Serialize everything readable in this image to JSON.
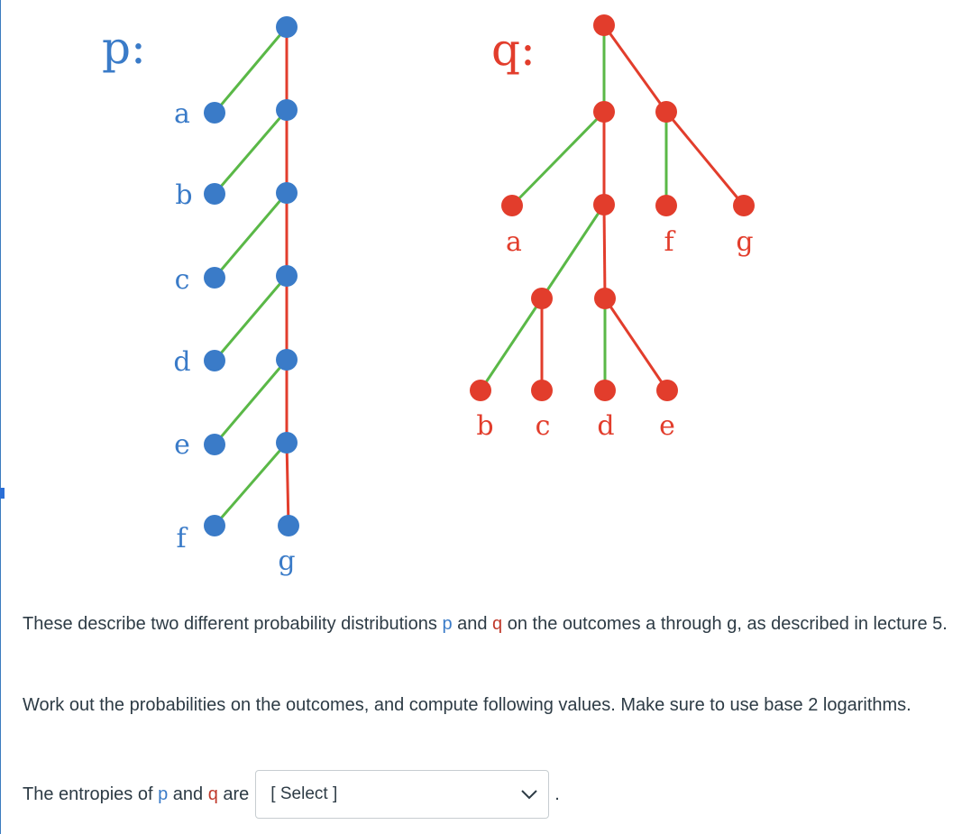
{
  "diagram": {
    "p_label": "p:",
    "q_label": "q:",
    "p_leaves": [
      "a",
      "b",
      "c",
      "d",
      "e",
      "f",
      "g"
    ],
    "q_leaves": [
      "a",
      "b",
      "c",
      "d",
      "e",
      "f",
      "g"
    ],
    "colors": {
      "p_nodes": "#3a7bc8",
      "q_nodes": "#e23d2c",
      "green_edge": "#5ab847",
      "red_edge": "#e23d2c"
    }
  },
  "question": {
    "para1": {
      "pre": "These describe two different probability distributions ",
      "p": "p",
      "mid": " and ",
      "q": "q",
      "post": " on the outcomes a through g, as described in lecture 5."
    },
    "para2": "Work out the probabilities on the outcomes, and compute following values. Make sure to use base 2 logarithms.",
    "entropy_row": {
      "pre": "The entropies of ",
      "p": "p",
      "mid": " and ",
      "q": "q",
      "post": " are",
      "select_value": "[ Select ]",
      "end": "."
    }
  }
}
